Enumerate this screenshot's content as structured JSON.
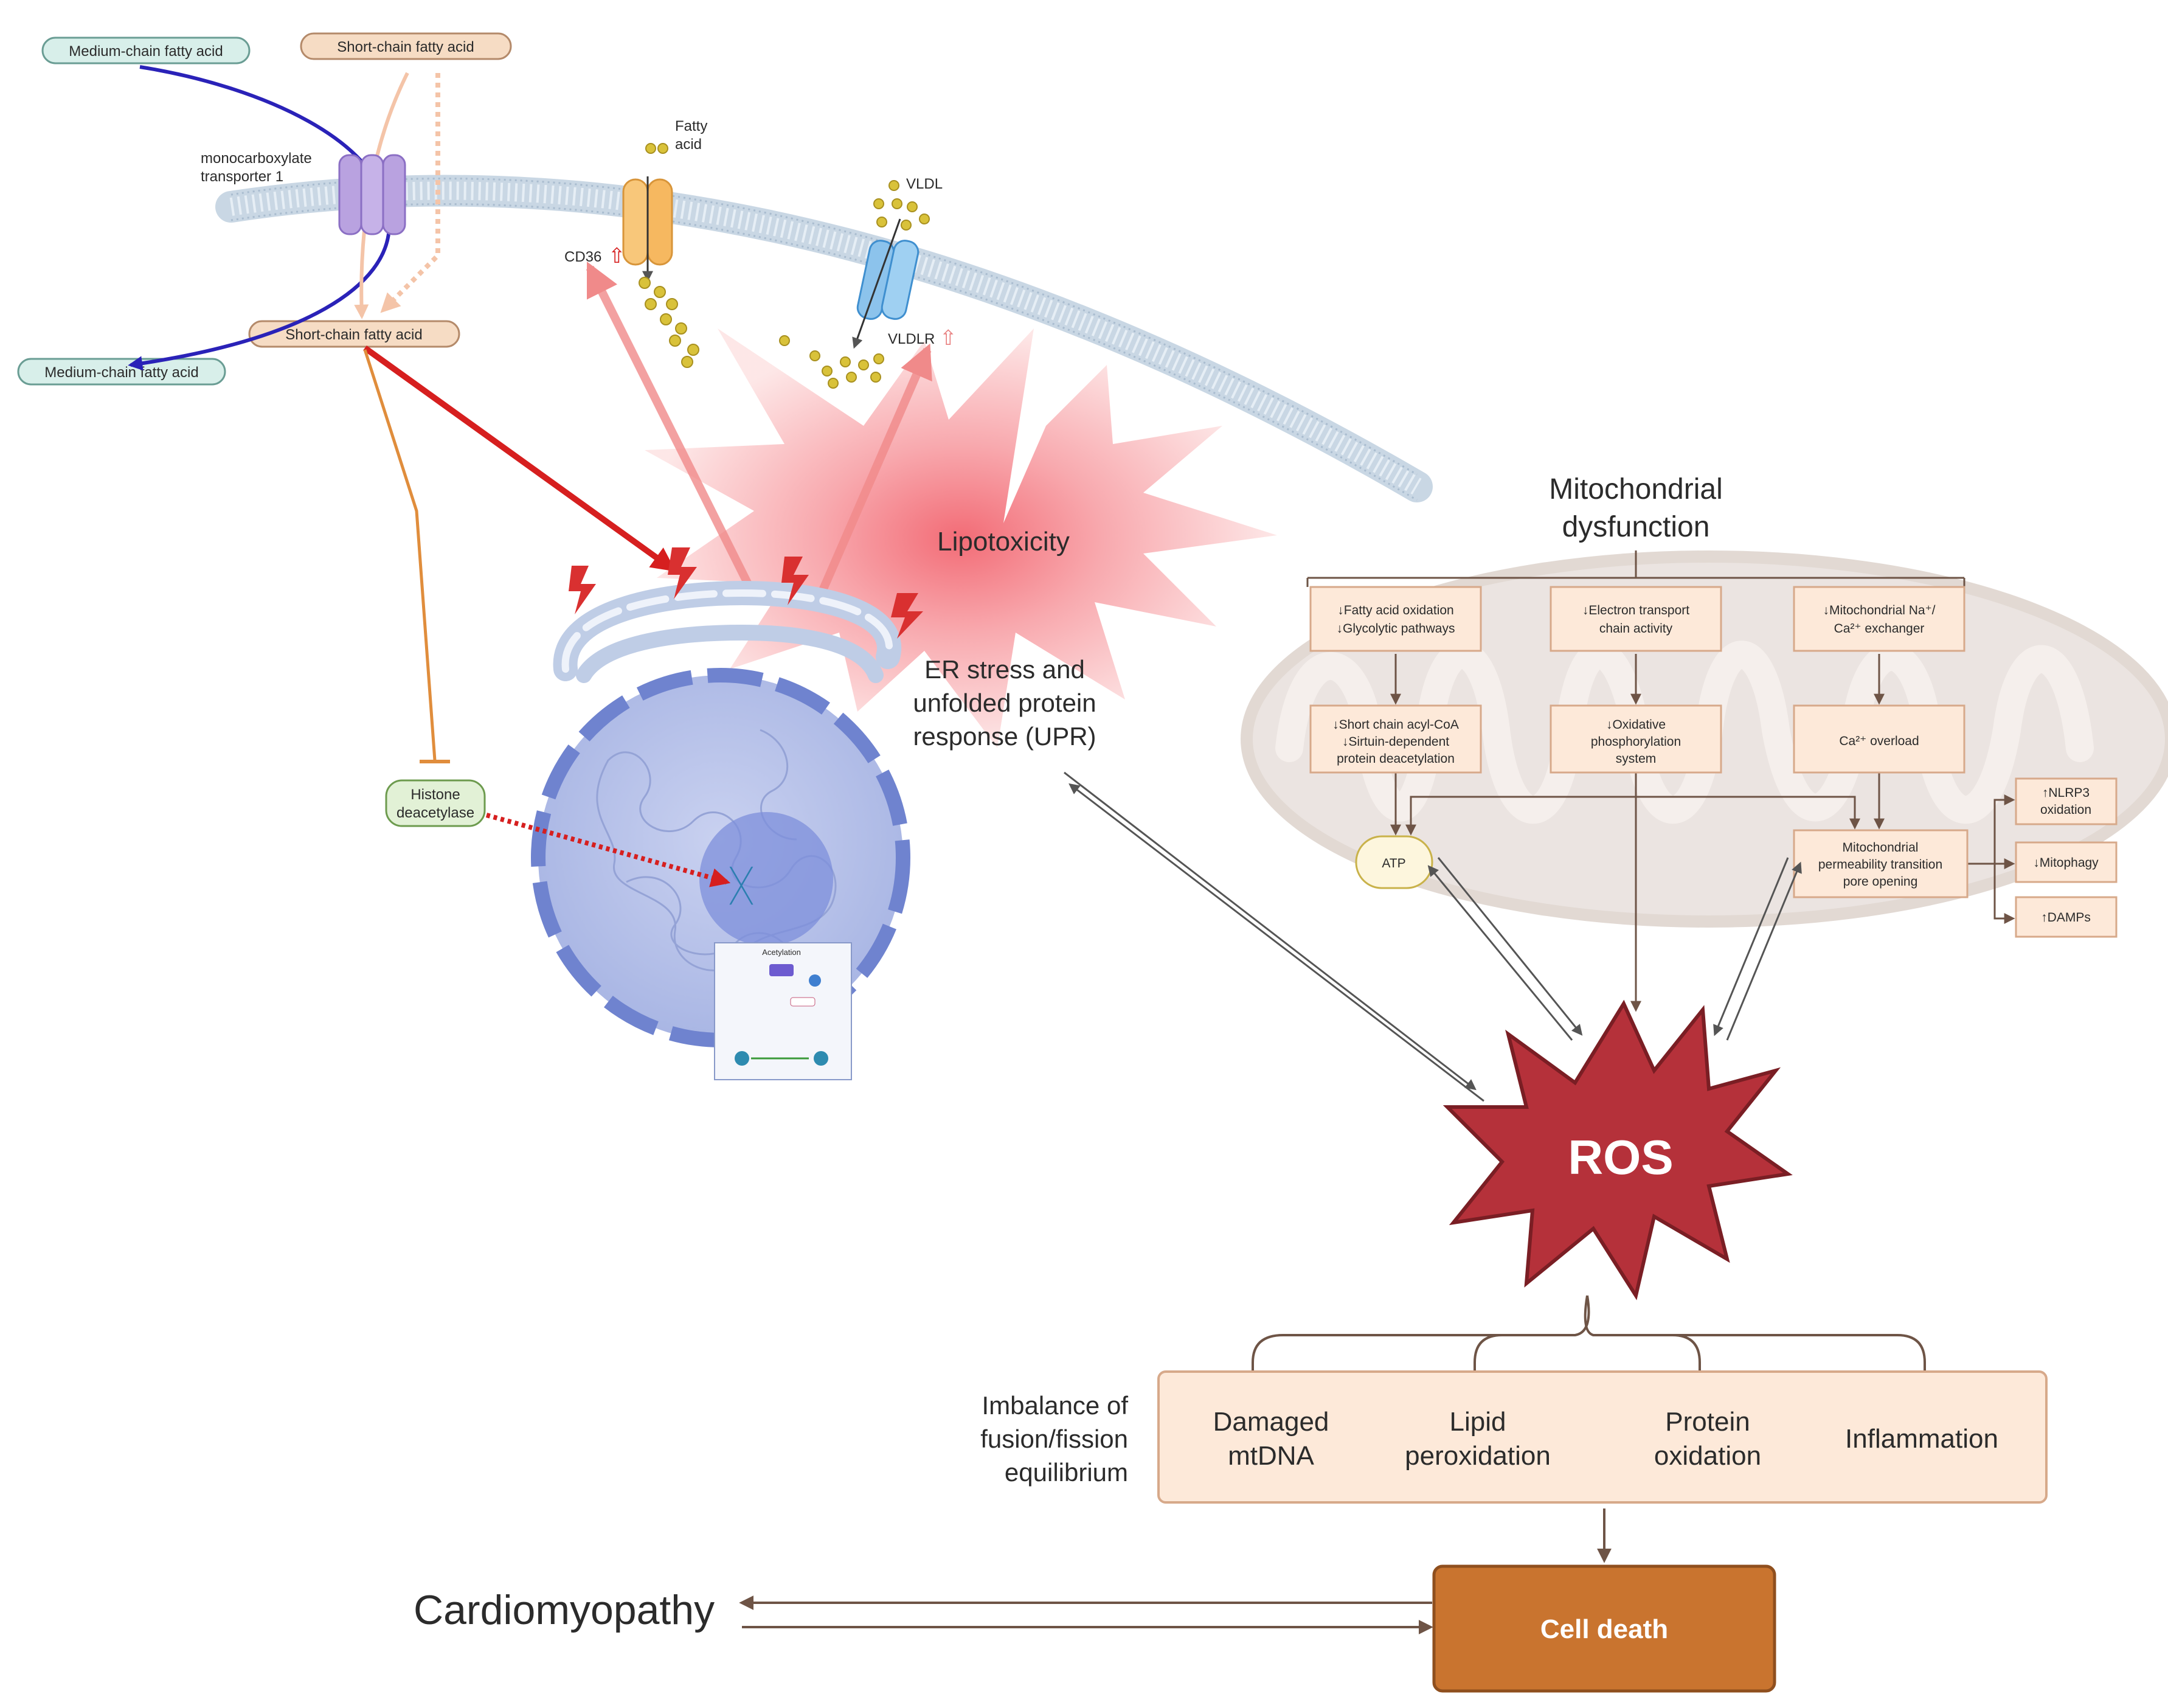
{
  "labels": {
    "medium_chain_top": "Medium-chain fatty acid",
    "short_chain_top": "Short-chain fatty acid",
    "mct_line1": "monocarboxylate",
    "mct_line2": "transporter 1",
    "fatty_acid_line1": "Fatty",
    "fatty_acid_line2": "acid",
    "vldl": "VLDL",
    "cd36": "CD36",
    "vldlr": "VLDLR",
    "short_chain_bottom": "Short-chain fatty acid",
    "medium_chain_bottom": "Medium-chain fatty acid",
    "lipotoxicity": "Lipotoxicity",
    "er_stress_line1": "ER stress and",
    "er_stress_line2": "unfolded protein",
    "er_stress_line3": "response (UPR)",
    "hdac_line1": "Histone",
    "hdac_line2": "deacetylase",
    "acetylation": "Acetylation"
  },
  "mito": {
    "title_line1": "Mitochondrial",
    "title_line2": "dysfunction",
    "box_fao_line1": "↓Fatty acid oxidation",
    "box_fao_line2": "↓Glycolytic pathways",
    "box_etc_line1": "↓Electron transport",
    "box_etc_line2": "chain activity",
    "box_nca_line1": "↓Mitochondrial Na⁺/",
    "box_nca_line2": "Ca²⁺ exchanger",
    "box_acyl_line1": "↓Short chain acyl-CoA",
    "box_acyl_line2": "↓Sirtuin-dependent",
    "box_acyl_line3": "protein deacetylation",
    "box_oxphos_line1": "↓Oxidative",
    "box_oxphos_line2": "phosphorylation",
    "box_oxphos_line3": "system",
    "box_ca": "Ca²⁺ overload",
    "atp": "ATP",
    "box_mptp_line1": "Mitochondrial",
    "box_mptp_line2": "permeability transition",
    "box_mptp_line3": "pore opening",
    "nlrp3_line1": "↑NLRP3",
    "nlrp3_line2": "oxidation",
    "mitophagy": "↓Mitophagy",
    "damps": "↑DAMPs"
  },
  "ros": "ROS",
  "effects": {
    "imbalance_line1": "Imbalance of",
    "imbalance_line2": "fusion/fission",
    "imbalance_line3": "equilibrium",
    "mtdna_line1": "Damaged",
    "mtdna_line2": "mtDNA",
    "lipid_line1": "Lipid",
    "lipid_line2": "peroxidation",
    "protein_line1": "Protein",
    "protein_line2": "oxidation",
    "inflammation": "Inflammation"
  },
  "cell_death": "Cell death",
  "cardiomyopathy": "Cardiomyopathy",
  "colors": {
    "mito_box_fill": "#fde9d9",
    "mito_box_stroke": "#d7a98a",
    "ros_fill": "#b5313a",
    "cell_death_fill": "#c9742f",
    "arrow_brown": "#6e5446",
    "red_arrow": "#d61f1f",
    "blue_arrow": "#2a22b8",
    "orange_line": "#e08d3c",
    "nucleus": "#b8c3e8"
  }
}
